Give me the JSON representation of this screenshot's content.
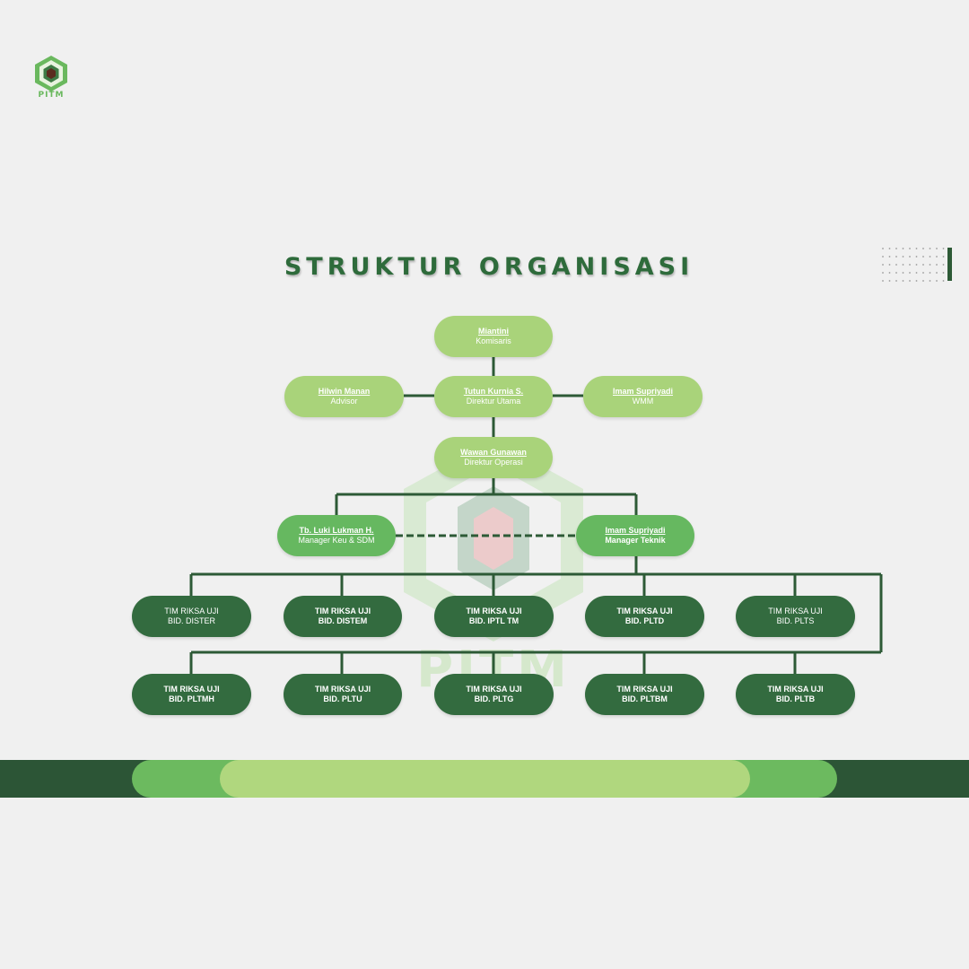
{
  "brand": {
    "logo_text": "PITM",
    "watermark_text": "PITM"
  },
  "title": "STRUKTUR ORGANISASI",
  "colors": {
    "dark": "#336b3f",
    "mid": "#66b860",
    "light": "#a9d37a",
    "line": "#2d5a36"
  },
  "org": {
    "komisaris": {
      "name": "Miantini",
      "role": "Komisaris"
    },
    "advisor": {
      "name": "Hilwin Manan",
      "role": "Advisor"
    },
    "direktur_utama": {
      "name": "Tutun Kurnia S.",
      "role": "Direktur Utama"
    },
    "wmm": {
      "name": "Imam Supriyadi",
      "role": "WMM"
    },
    "direktur_operasi": {
      "name": "Wawan Gunawan",
      "role": "Direktur Operasi"
    },
    "manager_keu": {
      "name": "Tb. Luki Lukman H.",
      "role": "Manager Keu & SDM"
    },
    "manager_teknik": {
      "name": "Imam Supriyadi",
      "role": "Manager Teknik"
    }
  },
  "teams_row1": [
    {
      "line1": "TIM RIKSA UJI",
      "line2": "BID. DISTER"
    },
    {
      "line1": "TIM RIKSA UJI",
      "line2": "BID. DISTEM"
    },
    {
      "line1": "TIM RIKSA UJI",
      "line2": "BID. IPTL TM"
    },
    {
      "line1": "TIM RIKSA UJI",
      "line2": "BID. PLTD"
    },
    {
      "line1": "TIM RIKSA UJI",
      "line2": "BID. PLTS"
    }
  ],
  "teams_row2": [
    {
      "line1": "TIM RIKSA UJI",
      "line2": "BID. PLTMH"
    },
    {
      "line1": "TIM RIKSA UJI",
      "line2": "BID. PLTU"
    },
    {
      "line1": "TIM RIKSA UJI",
      "line2": "BID. PLTG"
    },
    {
      "line1": "TIM RIKSA UJI",
      "line2": "BID. PLTBM"
    },
    {
      "line1": "TIM RIKSA UJI",
      "line2": "BID. PLTB"
    }
  ]
}
